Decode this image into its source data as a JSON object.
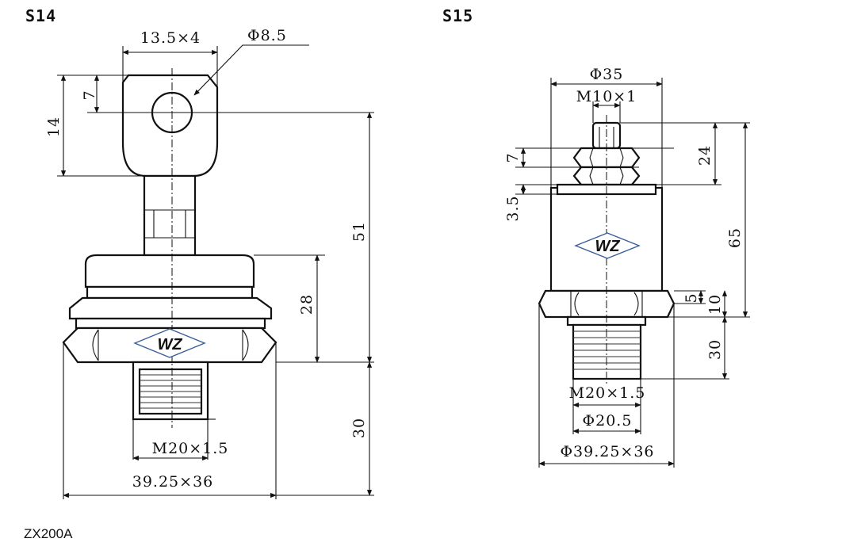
{
  "s14": {
    "caption": "S14",
    "dims": {
      "top_width": "13.5×4",
      "hole": "Φ8.5",
      "d7": "7",
      "d14": "14",
      "d51": "51",
      "d28": "28",
      "d30": "30",
      "thread": "M20×1.5",
      "hex": "39.25×36"
    },
    "logo": "WZ"
  },
  "s15": {
    "caption": "S15",
    "dims": {
      "dia35": "Φ35",
      "stud": "M10×1",
      "d7": "7",
      "d35": "3.5",
      "d24": "24",
      "d65": "65",
      "d5": "5",
      "d10": "10",
      "d30": "30",
      "thread": "M20×1.5",
      "dia205": "Φ20.5",
      "hex": "Φ39.25×36"
    },
    "logo": "WZ"
  },
  "model": "ZX200A",
  "colors": {
    "ink": "#111111",
    "logo_blue": "#3b5f99"
  }
}
